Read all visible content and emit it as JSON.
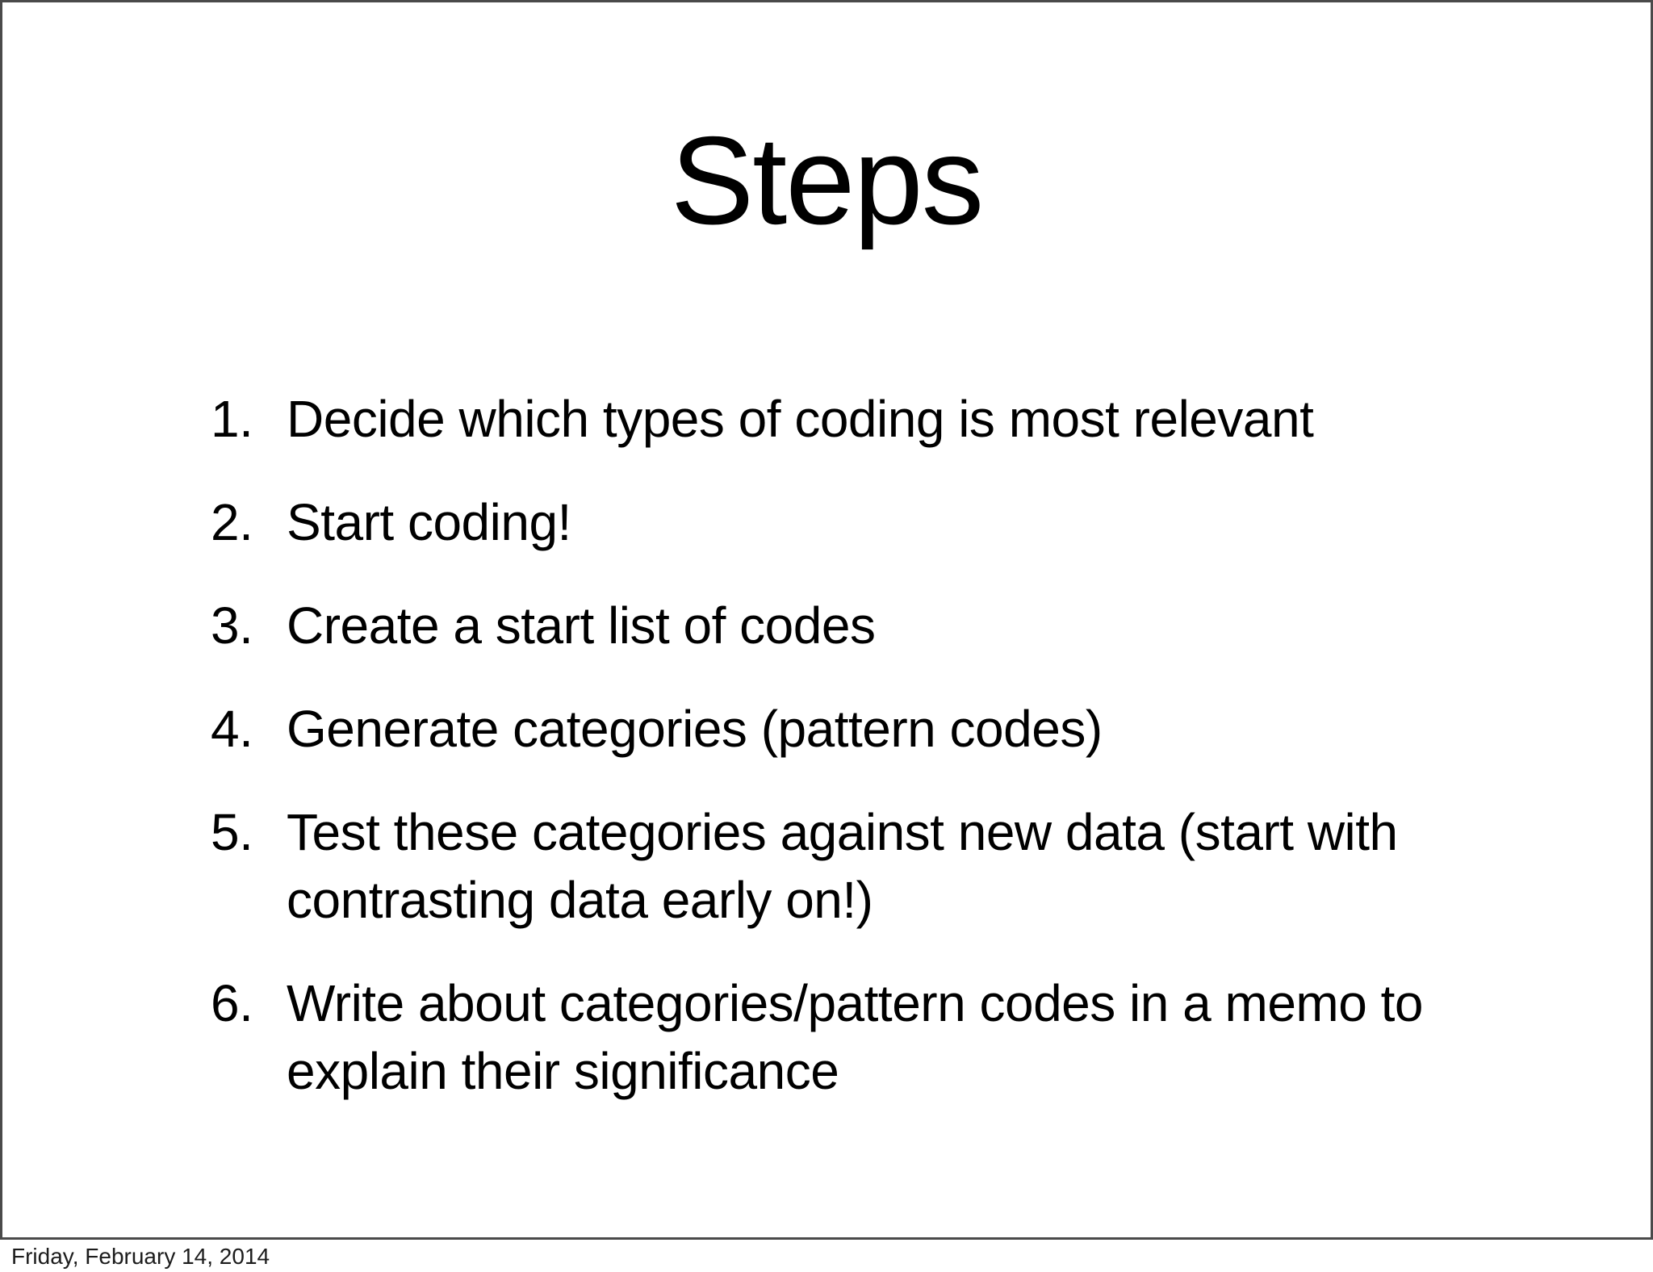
{
  "slide": {
    "title": "Steps",
    "list": {
      "items": [
        {
          "number": "1.",
          "lines": [
            "Decide which types of coding is most relevant"
          ]
        },
        {
          "number": "2.",
          "lines": [
            "Start coding!"
          ]
        },
        {
          "number": "3.",
          "lines": [
            "Create a start list of codes"
          ]
        },
        {
          "number": "4.",
          "lines": [
            "Generate categories (pattern codes)"
          ]
        },
        {
          "number": "5.",
          "lines": [
            "Test these categories against new data (start with",
            "contrasting data early on!)"
          ]
        },
        {
          "number": "6.",
          "lines": [
            "Write about categories/pattern codes in a memo to",
            "explain their significance"
          ]
        }
      ]
    }
  },
  "footer": {
    "date": "Friday, February 14, 2014"
  },
  "colors": {
    "background": "#ffffff",
    "text": "#000000",
    "slide_border": "#4a4a4a",
    "footer_text": "#1c1c1c"
  }
}
